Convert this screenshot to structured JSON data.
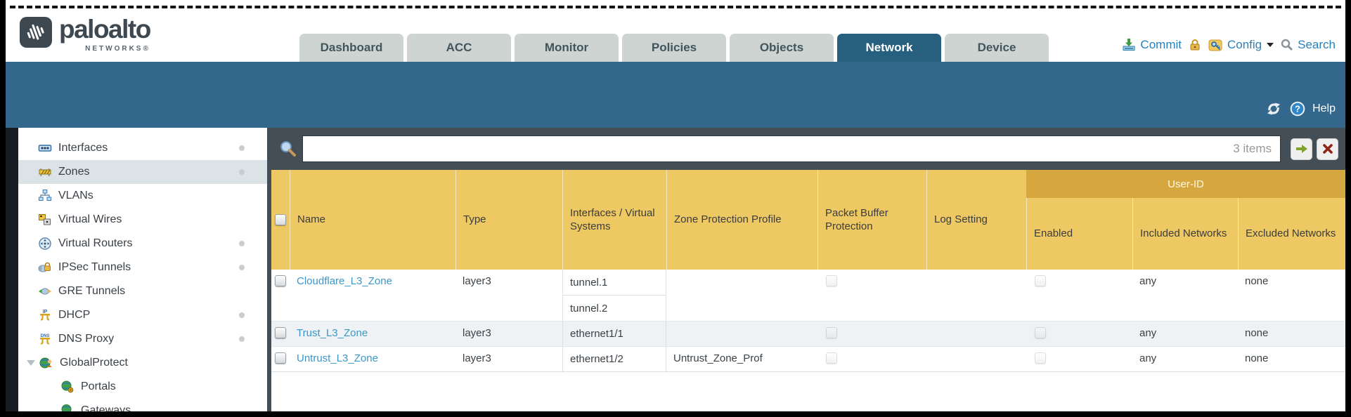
{
  "header": {
    "brand": "paloalto",
    "brand_sub": "NETWORKS®",
    "tabs": [
      {
        "label": "Dashboard",
        "active": false
      },
      {
        "label": "ACC",
        "active": false
      },
      {
        "label": "Monitor",
        "active": false
      },
      {
        "label": "Policies",
        "active": false
      },
      {
        "label": "Objects",
        "active": false
      },
      {
        "label": "Network",
        "active": true
      },
      {
        "label": "Device",
        "active": false
      }
    ],
    "actions": {
      "commit": "Commit",
      "config": "Config",
      "search": "Search"
    }
  },
  "toolbar": {
    "help": "Help"
  },
  "sidebar": {
    "items": [
      {
        "label": "Interfaces",
        "icon": "interfaces-icon",
        "selected": false,
        "dot": true
      },
      {
        "label": "Zones",
        "icon": "zones-icon",
        "selected": true,
        "dot": true
      },
      {
        "label": "VLANs",
        "icon": "vlans-icon",
        "selected": false,
        "dot": false
      },
      {
        "label": "Virtual Wires",
        "icon": "virtual-wires-icon",
        "selected": false,
        "dot": false
      },
      {
        "label": "Virtual Routers",
        "icon": "virtual-routers-icon",
        "selected": false,
        "dot": true
      },
      {
        "label": "IPSec Tunnels",
        "icon": "ipsec-tunnels-icon",
        "selected": false,
        "dot": true
      },
      {
        "label": "GRE Tunnels",
        "icon": "gre-tunnels-icon",
        "selected": false,
        "dot": false
      },
      {
        "label": "DHCP",
        "icon": "dhcp-icon",
        "selected": false,
        "dot": true
      },
      {
        "label": "DNS Proxy",
        "icon": "dns-proxy-icon",
        "selected": false,
        "dot": true
      },
      {
        "label": "GlobalProtect",
        "icon": "globalprotect-icon",
        "selected": false,
        "dot": false,
        "expanded": true
      },
      {
        "label": "Portals",
        "icon": "portals-icon",
        "selected": false,
        "dot": false,
        "indent": true
      },
      {
        "label": "Gateways",
        "icon": "gateways-icon",
        "selected": false,
        "dot": false,
        "indent": true
      }
    ]
  },
  "search": {
    "value": "",
    "count_label": "3 items"
  },
  "table": {
    "group_header": "User-ID",
    "columns": [
      "",
      "Name",
      "Type",
      "Interfaces / Virtual Systems",
      "Zone Protection Profile",
      "Packet Buffer Protection",
      "Log Setting",
      "Enabled",
      "Included Networks",
      "Excluded Networks"
    ],
    "rows": [
      {
        "name": "Cloudflare_L3_Zone",
        "type": "layer3",
        "interfaces": [
          "tunnel.1",
          "tunnel.2"
        ],
        "zone_protection_profile": "",
        "log_setting": "",
        "included_networks": "any",
        "excluded_networks": "none"
      },
      {
        "name": "Trust_L3_Zone",
        "type": "layer3",
        "interfaces": [
          "ethernet1/1"
        ],
        "zone_protection_profile": "",
        "log_setting": "",
        "included_networks": "any",
        "excluded_networks": "none"
      },
      {
        "name": "Untrust_L3_Zone",
        "type": "layer3",
        "interfaces": [
          "ethernet1/2"
        ],
        "zone_protection_profile": "Untrust_Zone_Prof",
        "log_setting": "",
        "included_networks": "any",
        "excluded_networks": "none"
      }
    ]
  },
  "colors": {
    "teal_band": "#33688C",
    "active_tab": "#27607F",
    "inactive_tab": "#CDD4D2",
    "chrome_dark": "#434E57",
    "header_amber": "#EDC863",
    "user_id_amber": "#D6A73E",
    "link_blue": "#3B97C9",
    "action_blue": "#2980B9",
    "row_highlight": "#EEF2F5"
  }
}
